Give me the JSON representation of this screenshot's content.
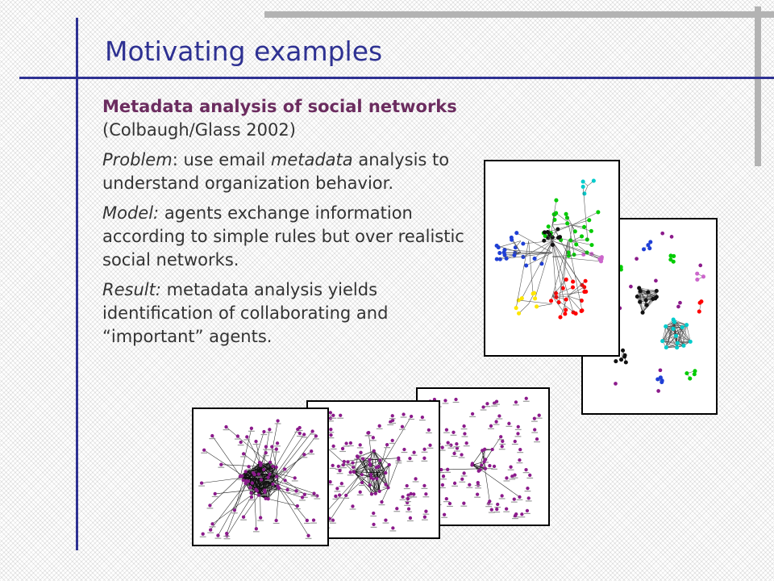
{
  "slide": {
    "title": "Motivating examples",
    "heading": "Metadata analysis of social networks",
    "citation": "(Colbaugh/Glass 2002)",
    "problem": {
      "label": "Problem",
      "text_a": ": use email ",
      "emph": "metadata",
      "text_b": " analysis to understand organization behavior."
    },
    "model": {
      "label": "Model:",
      "text": " agents exchange information according to simple rules but over realistic social networks."
    },
    "result": {
      "label": "Result:",
      "text": " metadata analysis yields identification of collaborating and “important” agents."
    }
  },
  "colors": {
    "accent": "#2e3192",
    "heading": "#6b2c5f",
    "text": "#333333",
    "node_purple": "#8b1a8b",
    "cluster_colors": [
      "#00cc00",
      "#1f3fd6",
      "#ff0000",
      "#ffe600",
      "#111111",
      "#cc66cc",
      "#00cccc"
    ]
  },
  "figures": [
    {
      "name": "colored-cluster-network",
      "description": "colored cluster graph"
    },
    {
      "name": "colored-components-network",
      "description": "colored components graph"
    },
    {
      "name": "dense-core-network",
      "description": "dense core purple graph"
    },
    {
      "name": "medium-core-network",
      "description": "medium core purple graph"
    },
    {
      "name": "sparse-core-network",
      "description": "sparse core purple graph"
    }
  ]
}
